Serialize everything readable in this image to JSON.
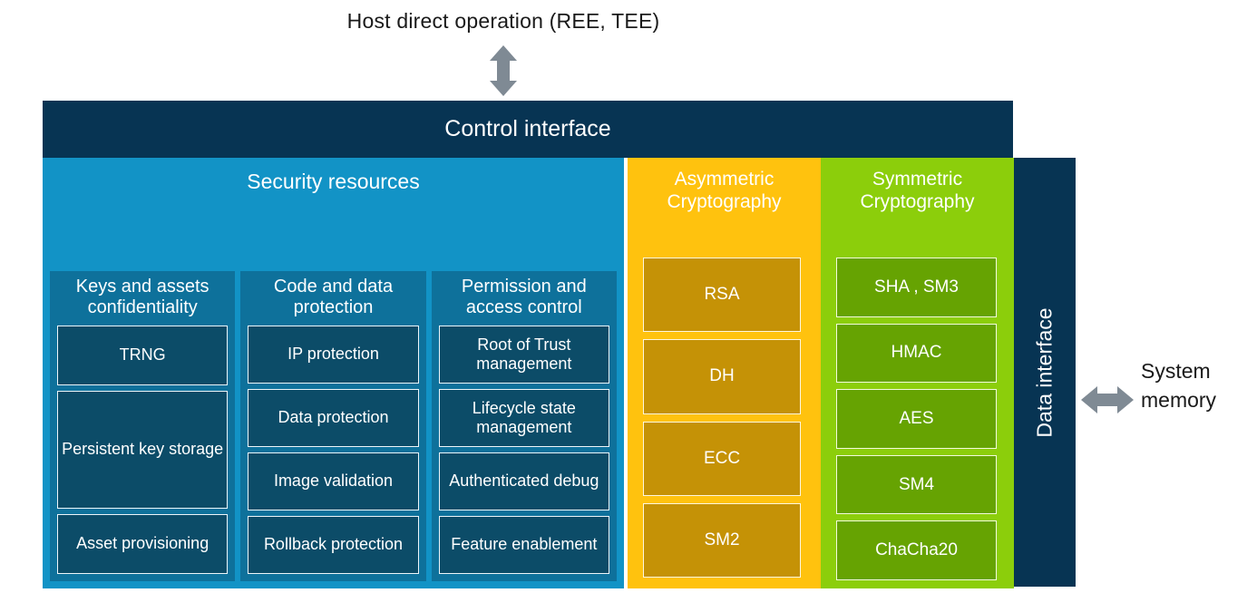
{
  "host": {
    "label": "Host direct operation (REE, TEE)",
    "arrow_icon": "double-arrow-vertical-icon",
    "arrow_color": "#7f8a94"
  },
  "control_interface": {
    "label": "Control interface",
    "color": "#073453"
  },
  "security_resources": {
    "title": "Security resources",
    "color": "#1293c6",
    "panel_color": "#0e719b",
    "box_color": "#0c4c68",
    "panels": [
      {
        "title": "Keys and assets confidentiality",
        "items": [
          {
            "label": "TRNG",
            "span": 1
          },
          {
            "label": "Persistent key storage",
            "span": 2
          },
          {
            "label": "Asset provisioning",
            "span": 1
          }
        ]
      },
      {
        "title": "Code and data protection",
        "items": [
          {
            "label": "IP protection",
            "span": 1
          },
          {
            "label": "Data protection",
            "span": 1
          },
          {
            "label": "Image validation",
            "span": 1
          },
          {
            "label": "Rollback protection",
            "span": 1
          }
        ]
      },
      {
        "title": "Permission and access control",
        "items": [
          {
            "label": "Root of Trust management",
            "span": 1
          },
          {
            "label": "Lifecycle state management",
            "span": 1
          },
          {
            "label": "Authenticated debug",
            "span": 1
          },
          {
            "label": "Feature enablement",
            "span": 1
          }
        ]
      }
    ]
  },
  "asymmetric": {
    "title": "Asymmetric Cryptography",
    "color": "#ffc20e",
    "box_color": "#c59206",
    "items": [
      "RSA",
      "DH",
      "ECC",
      "SM2"
    ]
  },
  "symmetric": {
    "title": "Symmetric Cryptography",
    "color": "#8cce0b",
    "box_color": "#66a302",
    "items": [
      "SHA , SM3",
      "HMAC",
      "AES",
      "SM4",
      "ChaCha20"
    ]
  },
  "data_interface": {
    "label": "Data interface",
    "color": "#073453"
  },
  "system_memory": {
    "label": "System memory",
    "arrow_icon": "double-arrow-horizontal-icon",
    "arrow_color": "#7f8a94"
  }
}
